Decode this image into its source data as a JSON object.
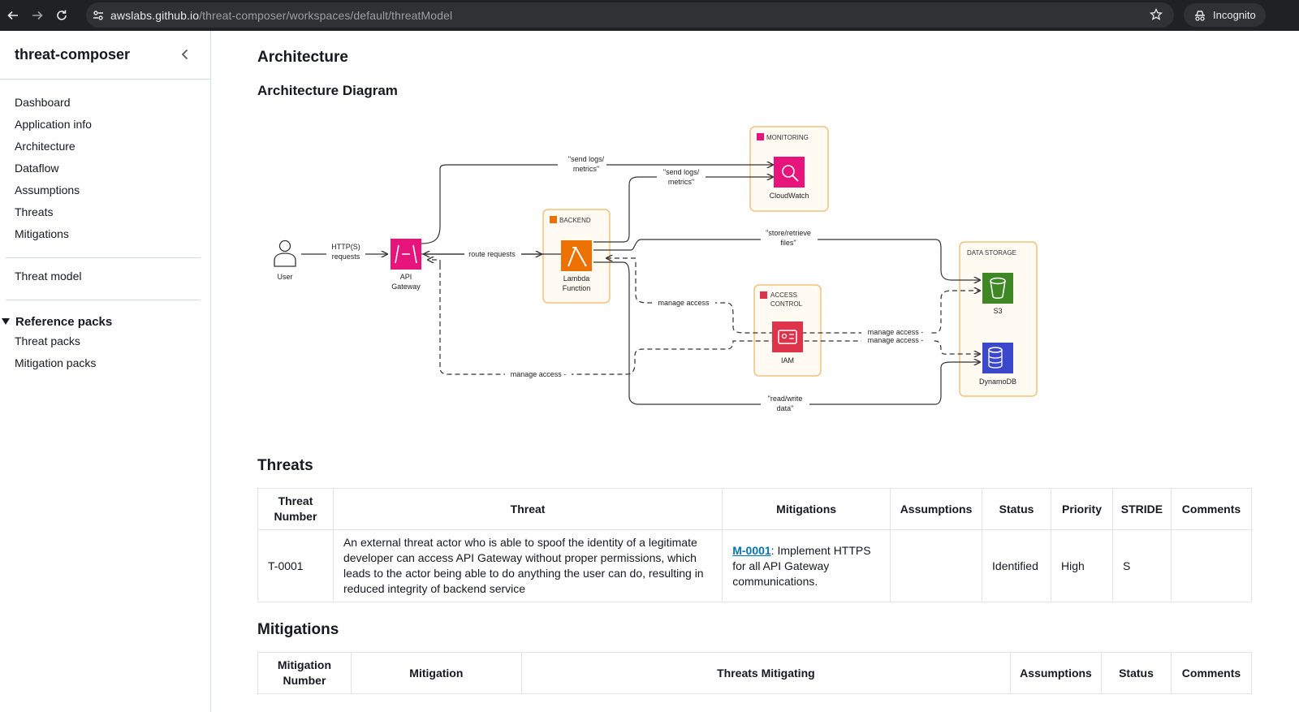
{
  "browser": {
    "url_host": "awslabs.github.io",
    "url_path": "/threat-composer/workspaces/default/threatModel",
    "incognito_label": "Incognito"
  },
  "sidebar": {
    "brand": "threat-composer",
    "nav": [
      "Dashboard",
      "Application info",
      "Architecture",
      "Dataflow",
      "Assumptions",
      "Threats",
      "Mitigations"
    ],
    "threat_model": "Threat model",
    "reference_packs": {
      "title": "Reference packs",
      "items": [
        "Threat packs",
        "Mitigation packs"
      ]
    }
  },
  "architecture": {
    "title": "Architecture",
    "diagram_title": "Architecture Diagram",
    "diagram": {
      "user": "User",
      "http_label_1": "HTTP(S)",
      "http_label_2": "requests",
      "api_gw_1": "API",
      "api_gw_2": "Gateway",
      "route_requests": "route requests",
      "backend_group": "BACKEND",
      "lambda_1": "Lambda",
      "lambda_2": "Function",
      "monitoring_group": "MONITORING",
      "cloudwatch": "CloudWatch",
      "send_logs_1": "\"send logs/",
      "send_logs_2": "metrics\"",
      "store_retrieve_1": "\"store/retrieve",
      "store_retrieve_2": "files\"",
      "access_group_1": "ACCESS",
      "access_group_2": "CONTROL",
      "iam": "IAM",
      "manage_access": "manage access",
      "manage_access_dash": "manage access -",
      "data_group": "DATA STORAGE",
      "s3": "S3",
      "dynamodb": "DynamoDB",
      "read_write_1": "\"read/write",
      "read_write_2": "data\""
    }
  },
  "threats": {
    "title": "Threats",
    "columns": [
      "Threat Number",
      "Threat",
      "Mitigations",
      "Assumptions",
      "Status",
      "Priority",
      "STRIDE",
      "Comments"
    ],
    "rows": [
      {
        "number": "T-0001",
        "threat": "An external threat actor who is able to spoof the identity of a legitimate developer can access API Gateway without proper permissions, which leads to the actor being able to do anything the user can do, resulting in reduced integrity of backend service",
        "mitigation_link": "M-0001",
        "mitigation_text": ": Implement HTTPS for all API Gateway communications.",
        "assumptions": "",
        "status": "Identified",
        "priority": "High",
        "stride": "S",
        "comments": ""
      }
    ]
  },
  "mitigations": {
    "title": "Mitigations",
    "columns": [
      "Mitigation Number",
      "Mitigation",
      "Threats Mitigating",
      "Assumptions",
      "Status",
      "Comments"
    ]
  },
  "colors": {
    "chrome_bg": "#202124",
    "omnibox_bg": "#303134",
    "link": "#0073bb",
    "lambda_orange": "#ed7100",
    "api_gw_pink": "#e7157b",
    "iam_red": "#dd344c",
    "s3_green": "#3f8624",
    "dynamo_blue": "#3b48cc"
  }
}
